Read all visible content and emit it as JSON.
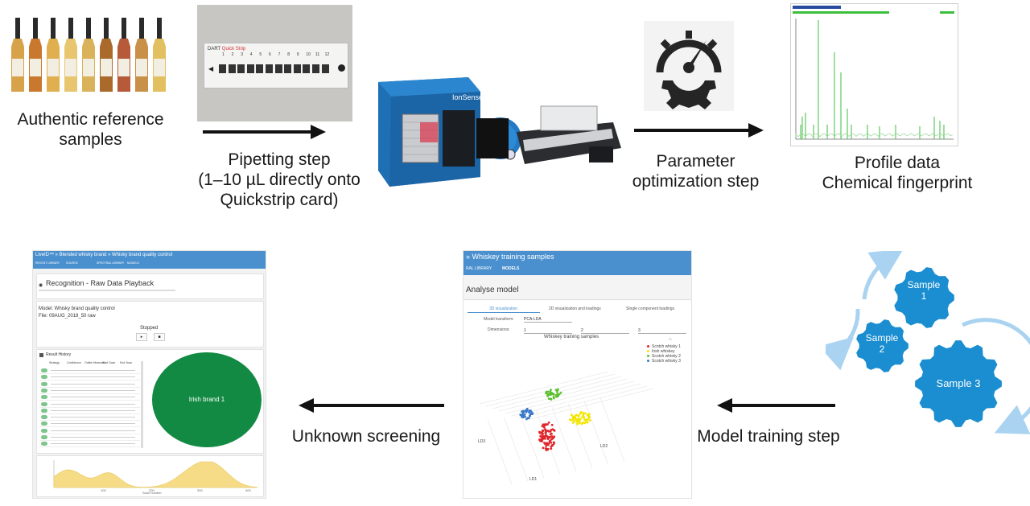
{
  "steps": {
    "reference_label": "Authentic reference\nsamples",
    "pipetting_label": "Pipetting step\n(1–10 µL directly onto\nQuickstrip card)",
    "parameter_label": "Parameter\noptimization step",
    "profile_label": "Profile data\nChemical fingerprint",
    "model_training_label": "Model training step",
    "unknown_screening_label": "Unknown screening"
  },
  "quickstrip": {
    "brand": "DART",
    "product": "Quick Strip",
    "position_numbers": [
      "1",
      "2",
      "3",
      "4",
      "5",
      "6",
      "7",
      "8",
      "9",
      "10",
      "11",
      "12"
    ]
  },
  "instrument": {
    "logo": "IonSense"
  },
  "gears": {
    "sample1": "Sample\n1",
    "sample2": "Sample\n2",
    "sample3": "Sample 3"
  },
  "training_app": {
    "breadcrumb": "» Whiskey training samples",
    "nav_tabs": [
      "RAL LIBRARY",
      "MODELS"
    ],
    "section_title": "Analyse model",
    "sub_tabs": [
      "3D visualization",
      "2D visualization and loadings",
      "Single component loadings"
    ],
    "model_transform_label": "Model transform:",
    "model_transform_value": "PCA-LDA",
    "dimensions_label": "Dimensions:",
    "dimension_values": [
      "1",
      "2",
      "3"
    ],
    "plot_title": "Whiskey training samples",
    "axis_labels": [
      "LD1",
      "LD2",
      "LD3"
    ],
    "legend": [
      {
        "name": "Scotch whisky 1",
        "color": "#e0262b"
      },
      {
        "name": "Irish whiskey",
        "color": "#f3e600"
      },
      {
        "name": "Scotch whisky 2",
        "color": "#5bbf2e"
      },
      {
        "name": "Scotch whisky 3",
        "color": "#3a78c8"
      }
    ]
  },
  "recognition_app": {
    "breadcrumb": "LiveID™ » Blended whisky brand » Whisky brand quality control",
    "nav_tabs": [
      "RECENT LIBRARY",
      "SOURCE",
      "SPECTRAL LIBRARY",
      "MODELS"
    ],
    "title": "Recognition - Raw Data Playback",
    "model_line": "Model: Whisky brand quality control",
    "file_line": "File: 09AUG_2018_50 raw",
    "status": "Stopped",
    "history_title": "Result History",
    "history_columns": [
      "Strategy",
      "Confidence",
      "Outlier Measure",
      "Start Scan",
      "End Scan"
    ],
    "result_label": "Irish brand 1",
    "result_color": "#138a44",
    "chromatogram_xlabel": "Scan number",
    "chromatogram_ticks": [
      "100",
      "200",
      "300",
      "400"
    ]
  },
  "colors": {
    "app_header_blue": "#4a90cf",
    "gear_blue": "#1a8ed0",
    "gear_arrow_blue": "#a9d3f0",
    "chromatogram_fill": "#f6dc86"
  }
}
